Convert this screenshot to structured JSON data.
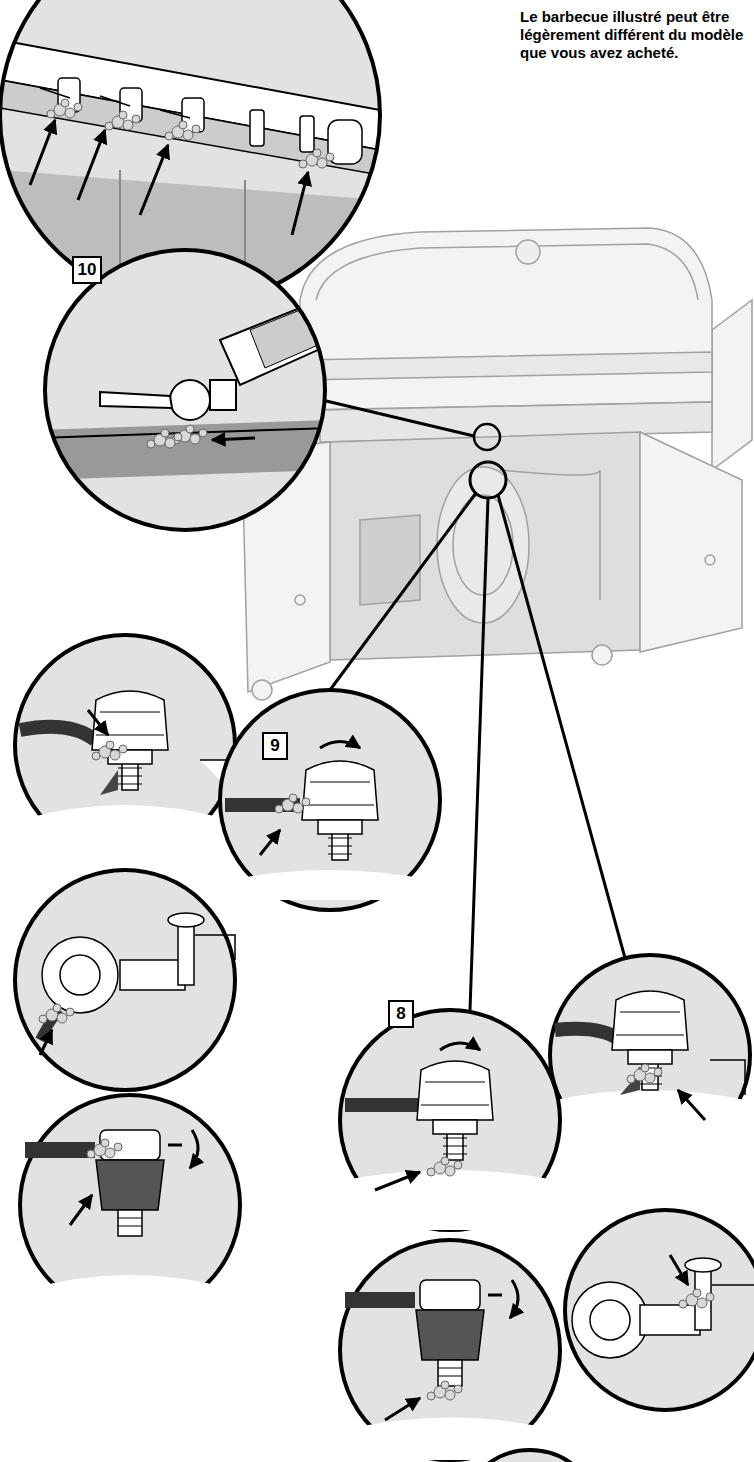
{
  "diagram": {
    "nodes": [
      {
        "text": [
          "10"
        ]
      },
      {
        "text": [
          "9"
        ]
      },
      {
        "text": [
          "8"
        ]
      }
    ],
    "labels": [
      "Le barbecue illustré peut être légèrement différent du modèle que vous avez acheté."
    ]
  }
}
